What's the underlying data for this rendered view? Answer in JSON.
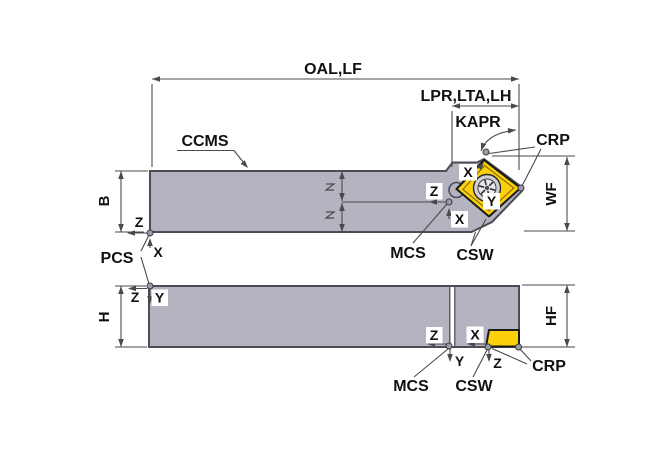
{
  "diagram": {
    "type": "tool-holder-dimension-drawing",
    "views": [
      "top-view",
      "side-view"
    ],
    "labels": {
      "oal": "OAL,LF",
      "lpr": "LPR,LTA,LH",
      "kapr": "KAPR",
      "crp": "CRP",
      "ccms": "CCMS",
      "pcs": "PCS",
      "mcs": "MCS",
      "csw": "CSW",
      "wf": "WF",
      "b": "B",
      "h": "H",
      "hf": "HF",
      "axis_x": "X",
      "axis_y": "Y",
      "axis_z": "Z"
    },
    "colors": {
      "background": "#ffffff",
      "body_fill": "#b4b4c0",
      "body_outline": "#4c4c58",
      "insert_fill": "#fcd00a",
      "insert_outline": "#1a1a1a",
      "dim_line": "#4a4a4a",
      "text": "#111111",
      "point_fill": "#9b9ba6"
    }
  }
}
